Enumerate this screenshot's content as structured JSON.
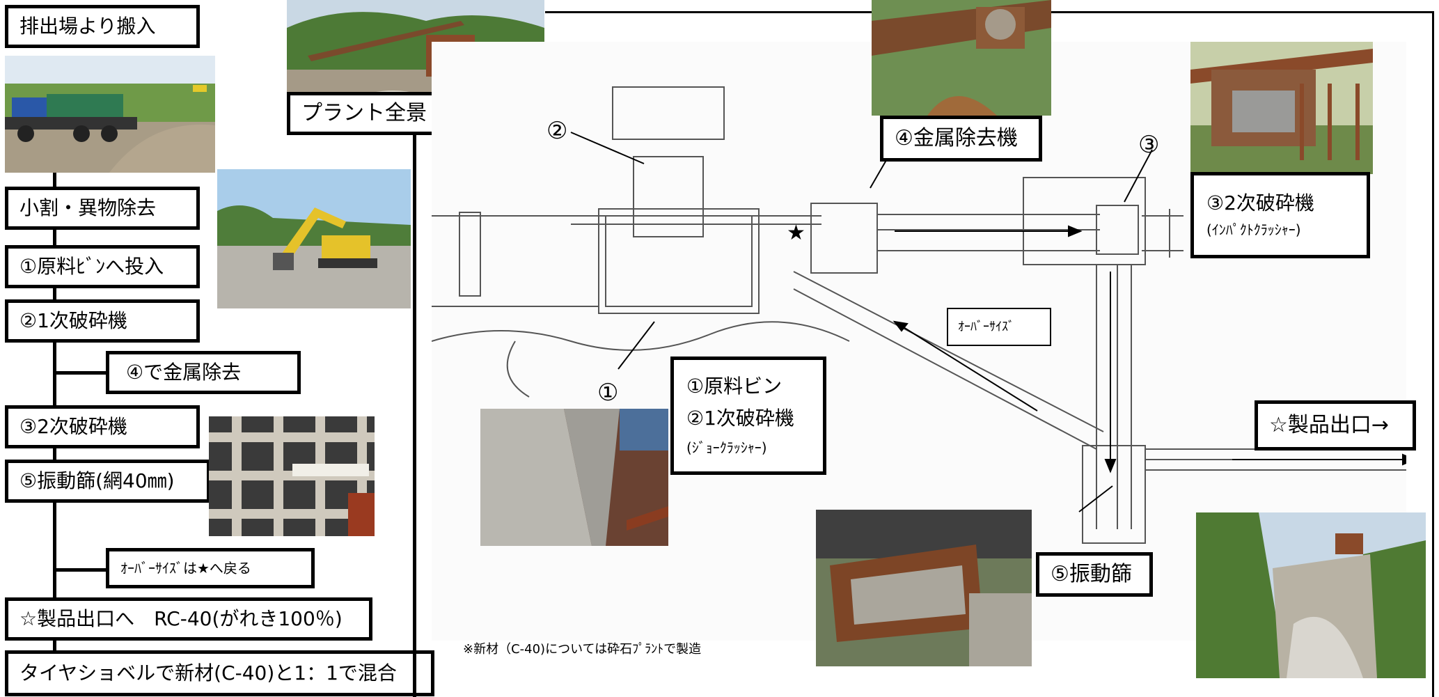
{
  "flow": {
    "step1": "排出場より搬入",
    "step2": "小割・異物除去",
    "step3": "①原料ﾋﾞﾝへ投入",
    "step4": "②1次破砕機",
    "step5": "④で金属除去",
    "step6": "③2次破砕機",
    "step7": "⑤振動篩(網40㎜)",
    "step8": "ｵｰﾊﾞｰｻｲｽﾞは★へ戻る",
    "step9": "☆製品出口へ　RC-40(がれき100％)",
    "step10": "タイヤショベルで新材(C-40)と1：1で混合"
  },
  "plant": {
    "overview_label": "プラント全景",
    "metal_label": "④金属除去機",
    "secondary_line1": "③2次破砕機",
    "secondary_line2": "(ｲﾝﾊﾟｸﾄｸﾗｯｼｬｰ)",
    "primary_line1": "①原料ビン",
    "primary_line2": "②1次破砕機",
    "primary_line3": "(ｼﾞｮｰｸﾗｯｼｬｰ)",
    "screen_label": "⑤振動篩",
    "exit_label": "☆製品出口→",
    "oversize_label": "ｵｰﾊﾞｰｻｲｽﾞ",
    "note": "※新材（C-40)については砕石ﾌﾟﾗﾝﾄで製造"
  },
  "markers": {
    "m1": "①",
    "m2": "②",
    "m3": "③",
    "star": "★"
  },
  "colors": {
    "line": "#000000",
    "sketch": "#555555",
    "rust": "#8a4a2a",
    "sky": "#cfe3f2",
    "grass": "#5d8f3a",
    "gravel": "#b8b2a4"
  },
  "icons": {
    "photo1": "dump-truck-photo",
    "photo2": "excavator-photo",
    "photo3": "screen-mesh-photo",
    "photo4": "plant-overview-photo",
    "photo5": "metal-remover-photo",
    "photo6": "impact-crusher-photo",
    "photo7": "hopper-photo",
    "photo8": "vibrating-screen-photo",
    "photo9": "product-exit-photo"
  }
}
